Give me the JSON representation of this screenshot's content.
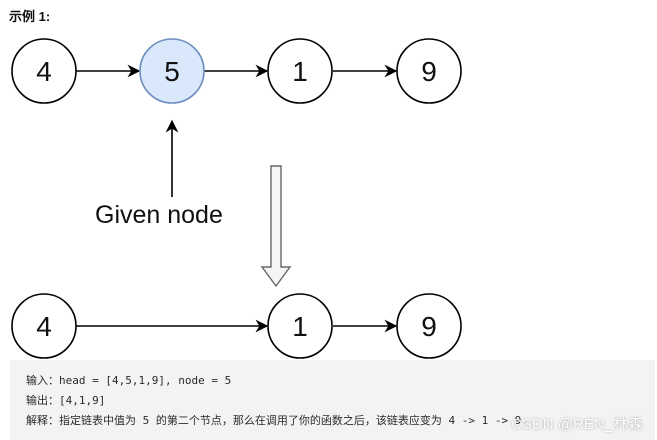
{
  "title": "示例 1:",
  "top_row": {
    "nodes": [
      {
        "label": "4",
        "highlight": false
      },
      {
        "label": "5",
        "highlight": true
      },
      {
        "label": "1",
        "highlight": false
      },
      {
        "label": "9",
        "highlight": false
      }
    ]
  },
  "bottom_row": {
    "nodes": [
      {
        "label": "4"
      },
      {
        "label": "1"
      },
      {
        "label": "9"
      }
    ]
  },
  "given_label": "Given node",
  "colors": {
    "highlight_fill": "#dae8fc",
    "highlight_stroke": "#6c8ebf",
    "node_stroke": "#000000",
    "arrow": "#000000",
    "big_arrow_fill": "#f5f5f5",
    "big_arrow_stroke": "#666666",
    "code_bg": "#f3f3f3"
  },
  "example": {
    "input": "输入：head = [4,5,1,9], node = 5",
    "output": "输出：[4,1,9]",
    "explanation": "解释：指定链表中值为 5 的第二个节点，那么在调用了你的函数之后，该链表应变为 4 -> 1 -> 9."
  },
  "watermark": "CSDN @REN_林森"
}
